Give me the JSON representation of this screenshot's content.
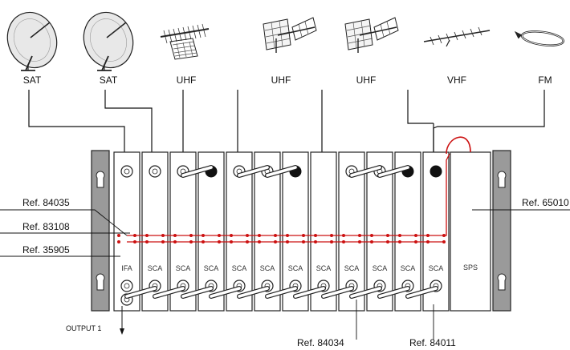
{
  "antennas": [
    {
      "type": "dish",
      "label": "SAT"
    },
    {
      "type": "dish",
      "label": "SAT"
    },
    {
      "type": "yagi-grid",
      "label": "UHF"
    },
    {
      "type": "panel",
      "label": "UHF"
    },
    {
      "type": "panel",
      "label": "UHF"
    },
    {
      "type": "vhf",
      "label": "VHF"
    },
    {
      "type": "fm",
      "label": "FM"
    }
  ],
  "modules": [
    {
      "label": "IFA",
      "bottom": "white-pair",
      "top": "white"
    },
    {
      "label": "SCA",
      "bottom": "white",
      "top": "white"
    },
    {
      "label": "SCA",
      "bottom": "white",
      "top": "white"
    },
    {
      "label": "SCA",
      "bottom": "white",
      "top": "black"
    },
    {
      "label": "SCA",
      "bottom": "white",
      "top": "white"
    },
    {
      "label": "SCA",
      "bottom": "white",
      "top": "white"
    },
    {
      "label": "SCA",
      "bottom": "white",
      "top": "black"
    },
    {
      "label": "SCA",
      "bottom": "white",
      "top": "none"
    },
    {
      "label": "SCA",
      "bottom": "white",
      "top": "white"
    },
    {
      "label": "SCA",
      "bottom": "white",
      "top": "white"
    },
    {
      "label": "SCA",
      "bottom": "white",
      "top": "black"
    },
    {
      "label": "SCA",
      "bottom": "white",
      "top": "black"
    },
    {
      "label": "SCA",
      "bottom": "black",
      "top": "white"
    },
    {
      "label": "SPS",
      "bottom": "none",
      "top": "none"
    }
  ],
  "refs_left": [
    "Ref. 84035",
    "Ref. 83108",
    "Ref. 35905"
  ],
  "ref_right": "Ref. 65010",
  "refs_bottom": [
    "Ref. 84034",
    "Ref. 84011"
  ],
  "output_label": "OUTPUT 1",
  "colors": {
    "bus": "#cc1111",
    "bracket": "#9a9a9a",
    "line": "#111111"
  }
}
